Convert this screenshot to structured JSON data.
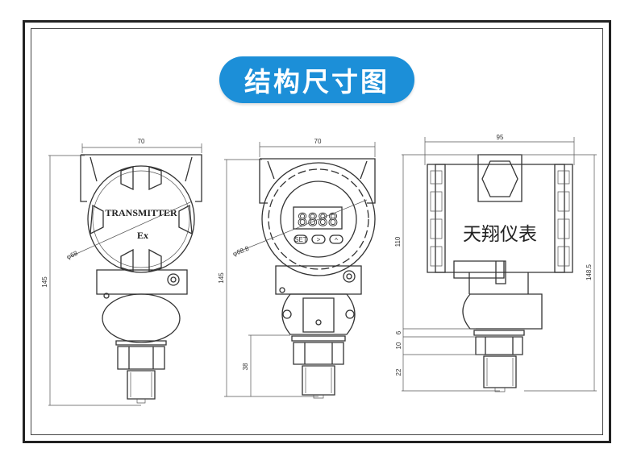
{
  "title": "结构尺寸图",
  "brand_text": "天翔仪表",
  "colors": {
    "title_bg": "#1c8fd8",
    "title_text": "#ffffff",
    "line": "#333333"
  },
  "views": [
    {
      "name": "front-explosion-proof",
      "label_top": "TRANSMITTER",
      "label_bottom": "Ex",
      "dims": {
        "width": "70",
        "height": "145",
        "diameter": "φ68"
      }
    },
    {
      "name": "front-display",
      "display_digits": "8888",
      "buttons": [
        "SET",
        ">",
        "^"
      ],
      "dims": {
        "width": "70",
        "height": "145",
        "diameter": "φ68.8",
        "connection": "38"
      }
    },
    {
      "name": "side",
      "dims": {
        "width": "95",
        "housing_height": "110",
        "total_height": "148.5",
        "d1": "6",
        "d2": "10",
        "d3": "22"
      }
    }
  ]
}
